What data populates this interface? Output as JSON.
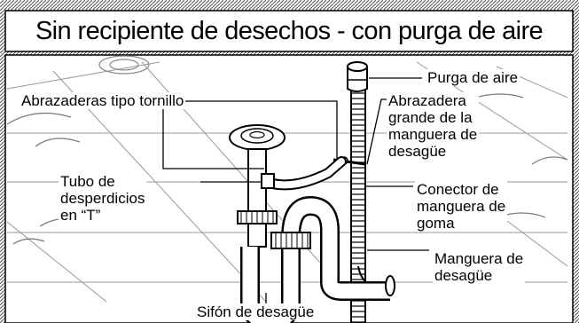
{
  "title": "Sin recipiente de desechos - con purga de aire",
  "labels": {
    "air_purge": "Purga de aire",
    "screw_clamps": "Abrazaderas tipo tornillo",
    "large_clamp": "Abrazadera\ngrande de la\nmanguera de\ndesagüe",
    "waste_tee": "Tubo de\ndesperdicios\nen “T”",
    "rubber_connector": "Conector de\nmanguera de\ngoma",
    "drain_hose": "Manguera de\ndesagüe",
    "drain_trap": "Sifón de desagüe"
  },
  "icons": [
    "air-purge-cap-icon",
    "sink-drain-strainer-icon",
    "p-trap-icon",
    "drain-hose-icon"
  ]
}
